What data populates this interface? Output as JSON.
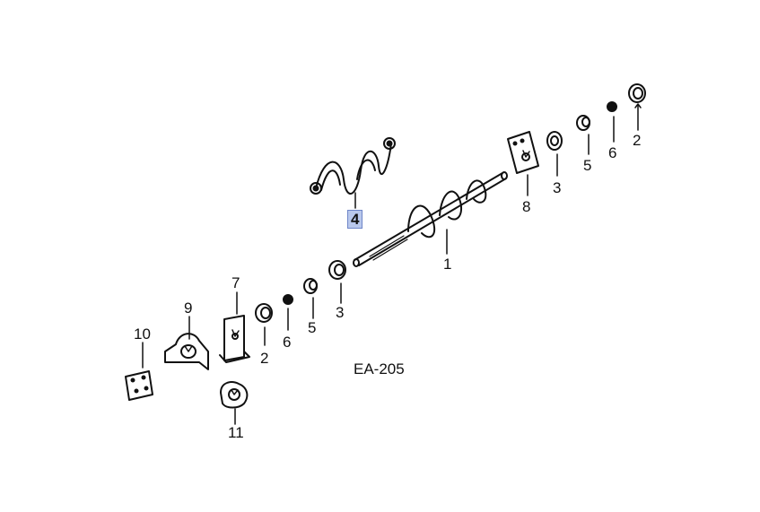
{
  "diagram": {
    "code": "EA-205",
    "callouts": {
      "shaft": "1",
      "bearing_right_outer": "2",
      "bearing_left": "2",
      "collar_right": "3",
      "collar_left": "3",
      "spiral": "4",
      "bushing_right": "5",
      "bushing_left": "5",
      "nut_right": "6",
      "nut_left": "6",
      "bracket_left": "7",
      "plate_right": "8",
      "mount_housing": "9",
      "gasket": "10",
      "flange_bearing": "11"
    },
    "selected_callout": "4",
    "highlight_color": "#b9c8ec"
  }
}
